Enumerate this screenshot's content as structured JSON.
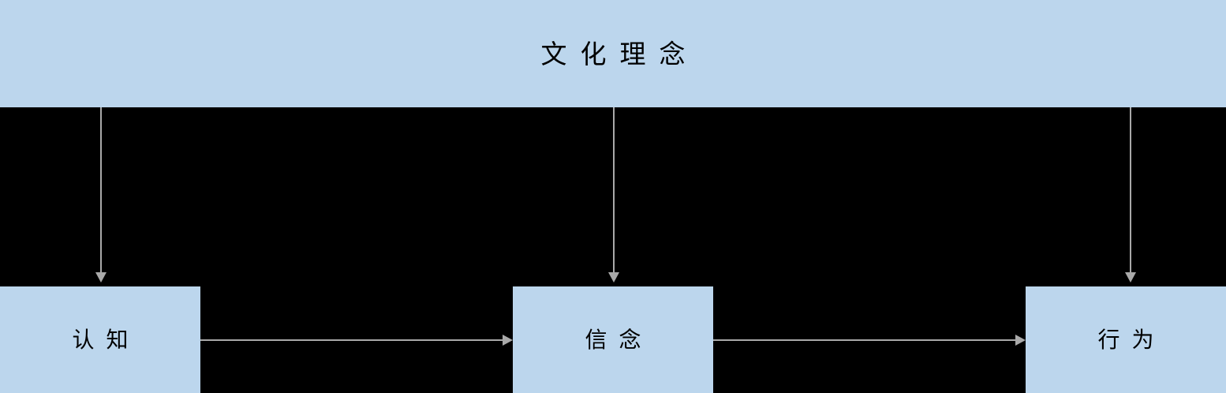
{
  "diagram": {
    "title_banner": {
      "label": "文化理念",
      "fill": "#bcd6ed",
      "text_color": "#000000"
    },
    "background": "#000000",
    "connector_color": "#a9a9a9",
    "nodes": [
      {
        "id": "cognition",
        "label": "认知",
        "fill": "#bcd6ed"
      },
      {
        "id": "belief",
        "label": "信念",
        "fill": "#bcd6ed"
      },
      {
        "id": "behavior",
        "label": "行为",
        "fill": "#bcd6ed"
      }
    ],
    "connectors": [
      {
        "name": "banner-to-cognition",
        "kind": "vertical",
        "from": "文化理念",
        "to": "认知"
      },
      {
        "name": "banner-to-belief",
        "kind": "vertical",
        "from": "文化理念",
        "to": "信念"
      },
      {
        "name": "banner-to-behavior",
        "kind": "vertical",
        "from": "文化理念",
        "to": "行为"
      },
      {
        "name": "cognition-to-belief",
        "kind": "horizontal",
        "from": "认知",
        "to": "信念"
      },
      {
        "name": "belief-to-behavior",
        "kind": "horizontal",
        "from": "信念",
        "to": "行为"
      }
    ]
  }
}
